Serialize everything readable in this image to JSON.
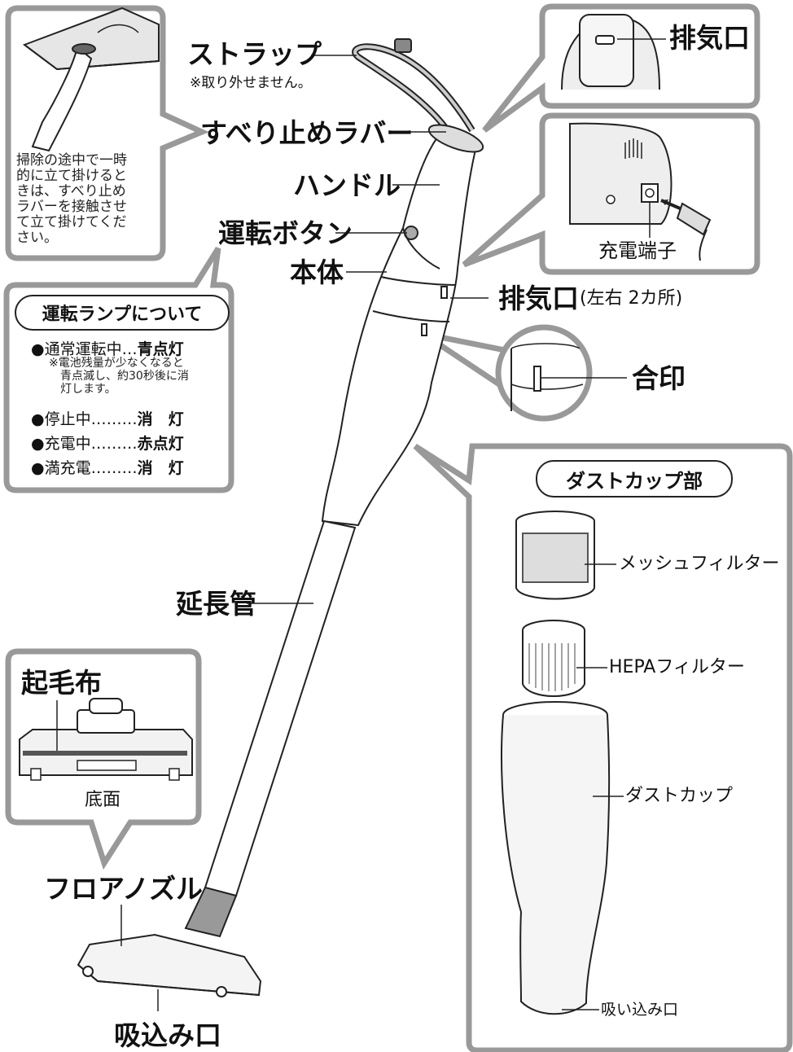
{
  "labels": {
    "strap": "ストラップ",
    "strap_note": "※取り外せません。",
    "antislip_rubber": "すべり止めラバー",
    "handle": "ハンドル",
    "power_button": "運転ボタン",
    "body": "本体",
    "exhaust_side": "排気口",
    "exhaust_side_note": "(左右 2カ所)",
    "extension_pipe": "延長管",
    "floor_nozzle": "フロアノズル",
    "suction_port": "吸込み口",
    "exhaust_top": "排気口",
    "charge_terminal": "充電端子",
    "alignment_mark": "合印",
    "raised_cloth": "起毛布",
    "bottom_view": "底面"
  },
  "hang_note": {
    "lines": [
      "掃除の途中で一時",
      "的に立て掛けると",
      "きは、すべり止め",
      "ラバーを接触させ",
      "て立て掛けてくだ",
      "さい。"
    ]
  },
  "lamp": {
    "title": "運転ランプについて",
    "rows": [
      {
        "bullet": "●",
        "label": "通常運転中…",
        "status": "青点灯"
      },
      {
        "bullet": "●",
        "label": "停止中………",
        "status": "消　灯"
      },
      {
        "bullet": "●",
        "label": "充電中………",
        "status": "赤点灯"
      },
      {
        "bullet": "●",
        "label": "満充電………",
        "status": "消　灯"
      }
    ],
    "sub_lines": [
      "※電池残量が少なくなると",
      "青点滅し、約30秒後に消",
      "灯します。"
    ]
  },
  "dust_cup": {
    "title": "ダストカップ部",
    "mesh_filter": "メッシュフィルター",
    "hepa_filter": "HEPAフィルター",
    "cup": "ダストカップ",
    "intake": "吸い込み口"
  }
}
